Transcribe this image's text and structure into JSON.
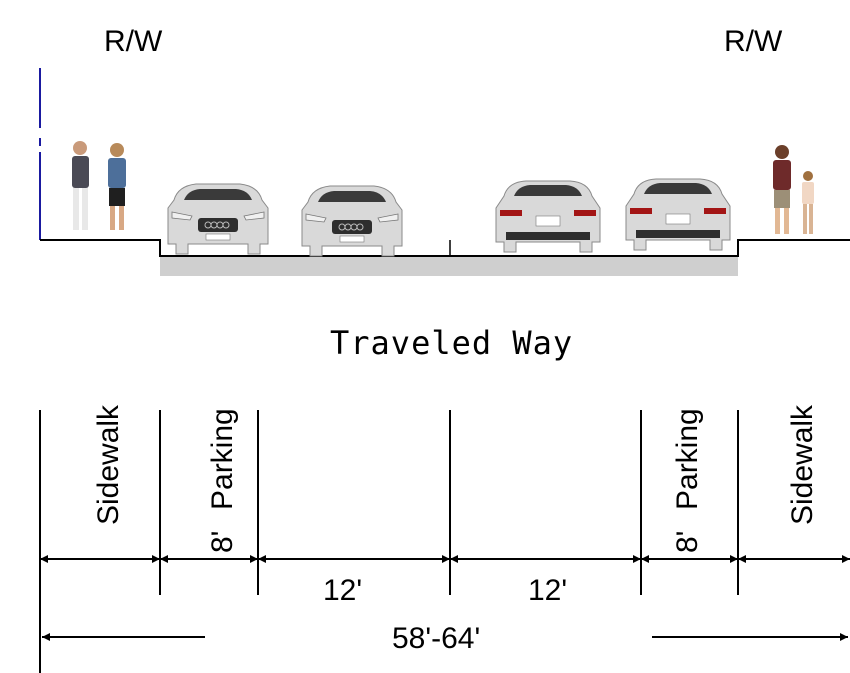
{
  "header": {
    "rw_left": "R/W",
    "rw_right": "R/W"
  },
  "section_label": "Traveled Way",
  "zones": {
    "sidewalk_left": "Sidewalk",
    "parking_left": "Parking",
    "parking_left_width": "8'",
    "lane_left_width": "12'",
    "lane_right_width": "12'",
    "parking_right": "Parking",
    "parking_right_width": "8'",
    "sidewalk_right": "Sidewalk"
  },
  "total_width": "58'-64'",
  "colors": {
    "line": "#000000",
    "row_marker": "#1a1aa0",
    "pavement": "#cfcfcf",
    "car_body": "#d9d9d9",
    "car_dark": "#3a3a3a"
  },
  "icons": [
    "pedestrian-pair-icon",
    "car-front-icon",
    "car-rear-icon",
    "pedestrian-adult-child-icon"
  ]
}
